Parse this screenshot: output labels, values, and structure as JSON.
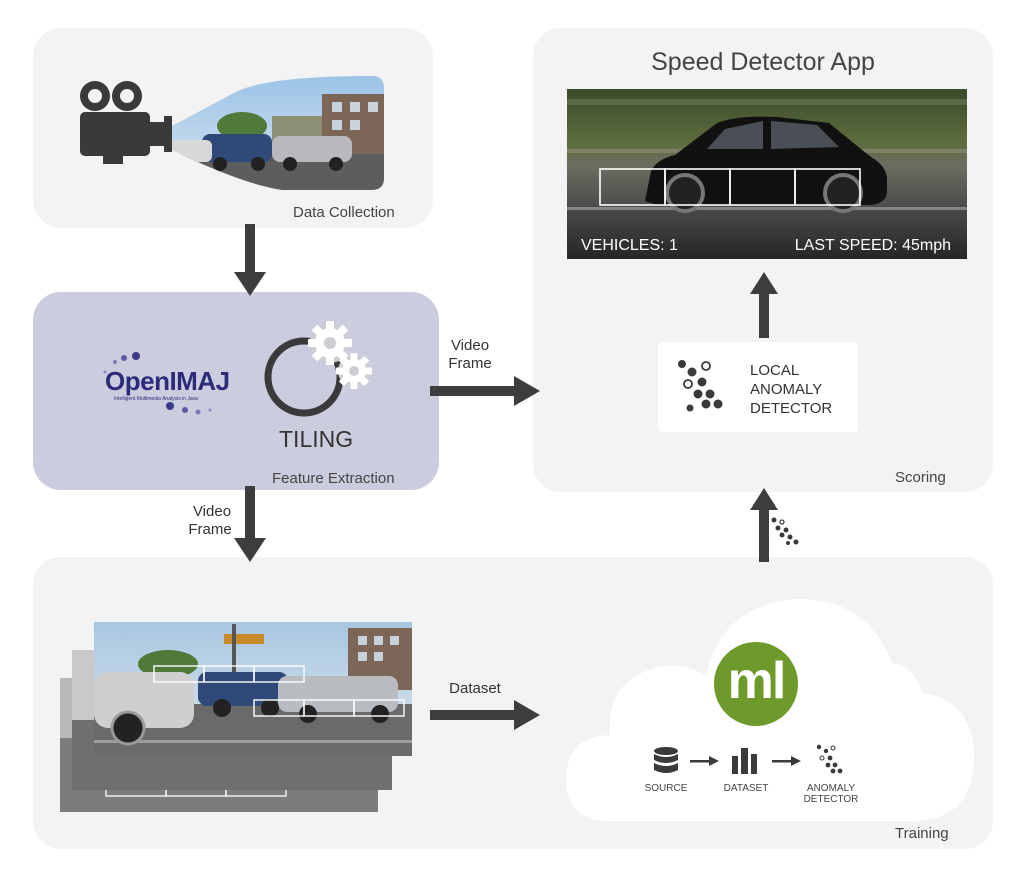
{
  "data_collection": {
    "label": "Data Collection"
  },
  "feature_extraction": {
    "label": "Feature Extraction",
    "openimaj": "OpenIMAJ",
    "openimaj_tagline": "Intelligent Multimedia Analysis in Java",
    "tiling": "TILING"
  },
  "scoring": {
    "label": "Scoring",
    "app_title": "Speed Detector App",
    "vehicles_text": "VEHICLES: 1",
    "last_speed_text": "LAST SPEED: 45mph",
    "detector_line1": "LOCAL",
    "detector_line2": "ANOMALY",
    "detector_line3": "DETECTOR"
  },
  "training": {
    "label": "Training",
    "ml_logo": "ml",
    "source": "SOURCE",
    "dataset": "DATASET",
    "anomaly_line1": "ANOMALY",
    "anomaly_line2": "DETECTOR"
  },
  "arrows": {
    "video_frame_right_line1": "Video",
    "video_frame_right_line2": "Frame",
    "video_frame_down_line1": "Video",
    "video_frame_down_line2": "Frame",
    "dataset": "Dataset"
  },
  "colors": {
    "panel_bg": "#f3f3f3",
    "feature_bg": "#ccccdf",
    "arrow": "#3d3d3d",
    "ml_green": "#6d9a2a",
    "openimaj_blue": "#2b2b7a"
  }
}
